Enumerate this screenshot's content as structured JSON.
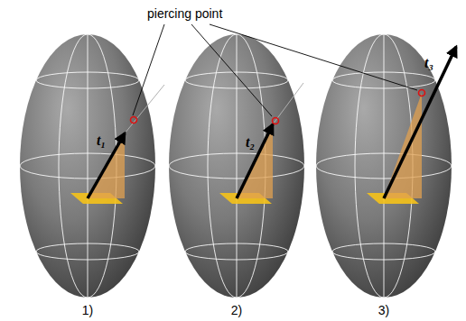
{
  "diagram": {
    "labels": [
      "piercing point",
      "t₁",
      "t₂",
      "t₃",
      "1)",
      "2)",
      "3)"
    ]
  }
}
